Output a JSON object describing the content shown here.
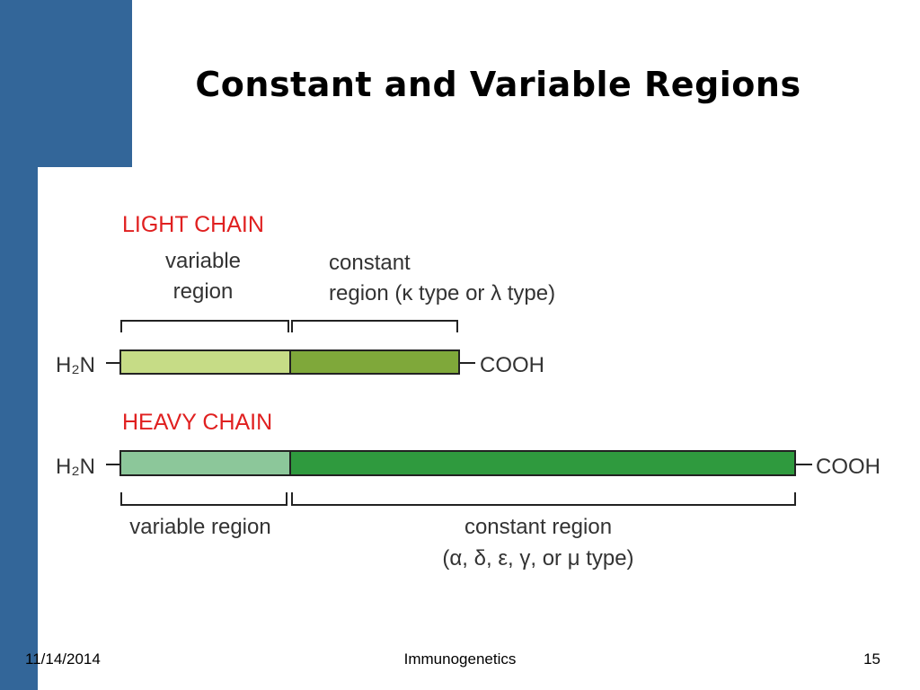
{
  "slide": {
    "title": "Constant and Variable Regions",
    "footer": {
      "date": "11/14/2014",
      "center": "Immunogenetics",
      "page": "15"
    }
  },
  "diagram": {
    "light_chain": {
      "label": "LIGHT CHAIN",
      "variable_label_line1": "variable",
      "variable_label_line2": "region",
      "constant_label_line1": "constant",
      "constant_label_line2": "region (κ type or λ type)",
      "n_terminus": "H₂N",
      "c_terminus": "COOH"
    },
    "heavy_chain": {
      "label": "HEAVY CHAIN",
      "variable_label": "variable region",
      "constant_label_line1": "constant region",
      "constant_label_line2": "(α, δ, ε, γ, or μ type)",
      "n_terminus": "H₂N",
      "c_terminus": "COOH"
    },
    "colors": {
      "label_red": "#e02020",
      "light_variable": "#c6dc86",
      "light_constant": "#7fa83a",
      "heavy_variable": "#8cc79a",
      "heavy_constant": "#2f9a3e",
      "sidebar_blue": "#336699"
    }
  }
}
